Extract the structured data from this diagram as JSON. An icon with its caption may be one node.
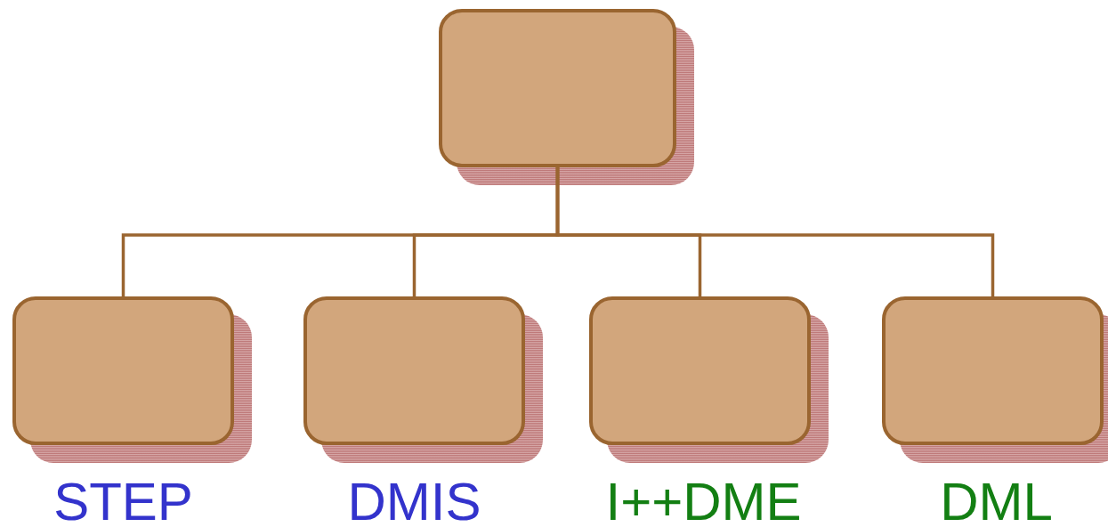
{
  "diagram": {
    "nodes": [
      {
        "text": [],
        "shape": "box"
      },
      {
        "text": [],
        "shape": "box",
        "beside": [
          "STEP"
        ]
      },
      {
        "text": [],
        "shape": "box",
        "beside": [
          "DMIS"
        ]
      },
      {
        "text": [],
        "shape": "box",
        "beside": [
          "I++DME"
        ]
      },
      {
        "text": [],
        "shape": "box",
        "beside": [
          "DML"
        ]
      }
    ],
    "edges": [
      {
        "from": 0,
        "to": 1,
        "arrow": "none"
      },
      {
        "from": 0,
        "to": 2,
        "arrow": "none"
      },
      {
        "from": 0,
        "to": 3,
        "arrow": "none"
      },
      {
        "from": 0,
        "to": 4,
        "arrow": "none"
      }
    ]
  }
}
